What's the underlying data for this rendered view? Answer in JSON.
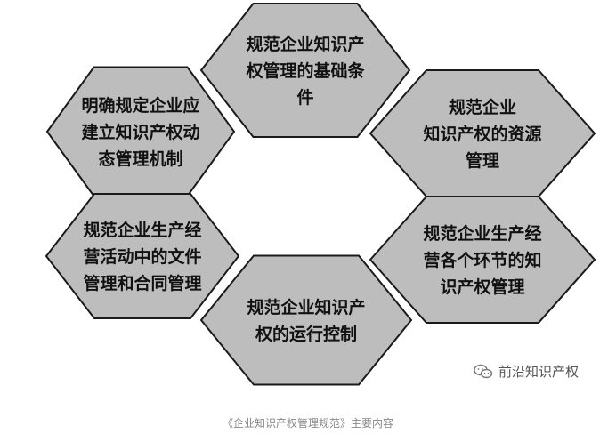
{
  "diagram": {
    "hexagons": [
      {
        "id": "top",
        "lines": [
          "规范企业知识产",
          "权管理的基础条",
          "件"
        ]
      },
      {
        "id": "upper-left",
        "lines": [
          "明确规定企业应",
          "建立知识产权动",
          "态管理机制"
        ]
      },
      {
        "id": "upper-right",
        "lines": [
          "规范企业",
          "知识产权的资源",
          "管理"
        ]
      },
      {
        "id": "lower-left",
        "lines": [
          "规范企业生产经",
          "营活动中的文件",
          "管理和合同管理"
        ]
      },
      {
        "id": "lower-right",
        "lines": [
          "规范企业生产经",
          "营各个环节的知",
          "识产权管理"
        ]
      },
      {
        "id": "bottom",
        "lines": [
          "规范企业知识产",
          "权的运行控制"
        ]
      }
    ]
  },
  "watermark": {
    "text": "前沿知识产权",
    "icon": "wechat-icon"
  },
  "caption": "《企业知识产权管理规范》主要内容"
}
